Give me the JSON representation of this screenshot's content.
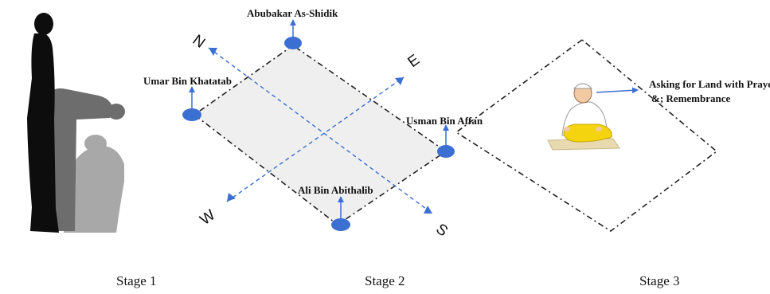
{
  "stage1": {
    "caption": "Stage 1",
    "figures": [
      "standing-silhouette",
      "bowing-silhouette",
      "prostrating-silhouette"
    ]
  },
  "stage2": {
    "caption": "Stage 2",
    "compass": {
      "north": "N",
      "east": "E",
      "south": "S",
      "west": "W"
    },
    "markers": {
      "top": "Abubakar As-Shidik",
      "left": "Umar Bin Khatatab",
      "right": "Usman Bin Affan",
      "bottom": "Ali Bin Abithalib"
    },
    "colors": {
      "marker": "#3b6fd1",
      "axis": "#3b6fd1",
      "plot_fill": "#efefef"
    }
  },
  "stage3": {
    "caption": "Stage 3",
    "annotation_line1": "Asking for Land with Prayer",
    "annotation_line2": "&; Remembrance",
    "figure": "praying-man-icon"
  }
}
